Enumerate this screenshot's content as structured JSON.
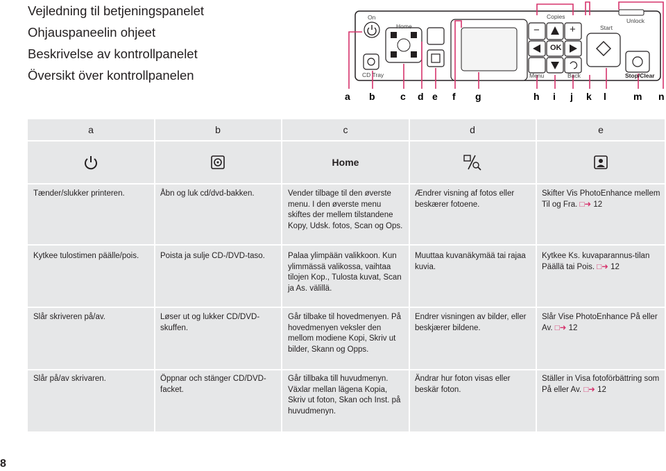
{
  "titles": [
    "Vejledning til betjeningspanelet",
    "Ohjauspaneelin ohjeet",
    "Beskrivelse av kontrollpanelet",
    "Översikt över kontrollpanelen"
  ],
  "panel": {
    "on_label": "On",
    "home_label": "Home",
    "copies_label": "Copies",
    "start_label": "Start",
    "unlock_label": "Unlock",
    "cd_tray_label": "CD Tray",
    "menu_label": "Menu",
    "back_label": "Back",
    "stop_label": "Stop/Clear",
    "ok_label": "OK",
    "minus_label": "−",
    "plus_label": "+",
    "letters": [
      "a",
      "b",
      "c",
      "d",
      "e",
      "f",
      "g",
      "h",
      "i",
      "j",
      "k",
      "l",
      "m",
      "n"
    ]
  },
  "table": {
    "headers": [
      "a",
      "b",
      "c",
      "d",
      "e"
    ],
    "home_button": "Home",
    "icons": [
      "power-icon",
      "cd-tray-icon",
      "home",
      "view-zoom-icon",
      "photo-enhance-icon"
    ],
    "rows": [
      [
        "Tænder/slukker printeren.",
        "Åbn og luk cd/dvd-bakken.",
        "Vender tilbage til den øverste menu. I den øverste menu skiftes der mellem tilstandene Kopy, Udsk. fotos, Scan og Ops.",
        "Ændrer visning af fotos eller beskærer fotoene.",
        "Skifter Vis PhotoEnhance mellem Til og Fra."
      ],
      [
        "Kytkee tulostimen päälle/pois.",
        "Poista ja sulje CD-/DVD-taso.",
        "Palaa ylimpään valikkoon. Kun ylimmässä valikossa, vaihtaa tilojen Kop., Tulosta kuvat, Scan ja As. välillä.",
        "Muuttaa kuvanäkymää tai rajaa kuvia.",
        "Kytkee Ks. kuvaparannus-tilan Päällä tai Pois."
      ],
      [
        "Slår skriveren på/av.",
        "Løser ut og lukker CD/DVD-skuffen.",
        "Går tilbake til hovedmenyen. På hovedmenyen veksler den mellom modiene Kopi, Skriv ut bilder, Skann og Opps.",
        "Endrer visningen av bilder, eller beskjærer bildene.",
        "Slår Vise PhotoEnhance På eller Av."
      ],
      [
        "Slår på/av skrivaren.",
        "Öppnar och stänger CD/DVD-facket.",
        "Går tillbaka till huvudmenyn. Växlar mellan lägena Kopia, Skriv ut foton, Skan och Inst. på huvudmenyn.",
        "Ändrar hur foton visas eller beskär foton.",
        "Ställer in Visa fotoförbättring som På eller Av."
      ]
    ],
    "page_ref": "12"
  },
  "page_number": "8",
  "colors": {
    "callout": "#d6336c",
    "table_bg": "#e6e7e8"
  }
}
